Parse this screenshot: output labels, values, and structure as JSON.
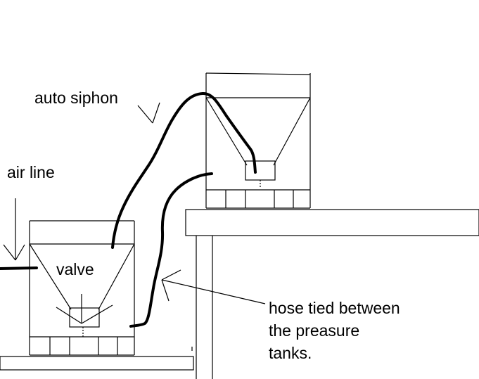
{
  "labels": {
    "auto_siphon": "auto siphon",
    "air_line": "air line",
    "valve": "valve",
    "hose_line1": "hose tied between",
    "hose_line2": "the preasure",
    "hose_line3": "tanks."
  },
  "colors": {
    "background": "#ffffff",
    "ink": "#000000"
  }
}
